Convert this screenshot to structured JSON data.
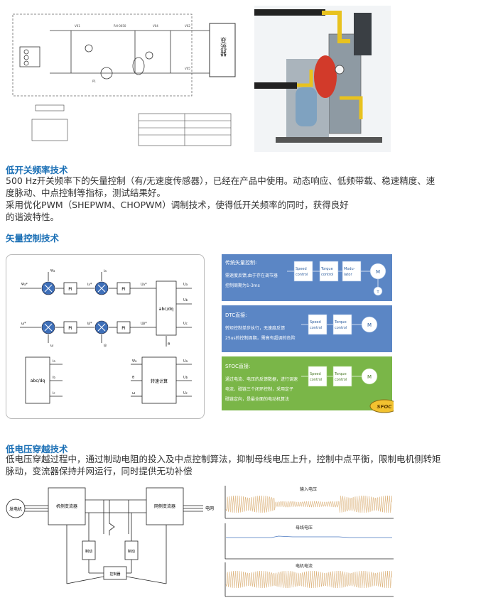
{
  "sec1": {
    "title": "低开关频率技术",
    "para1_line1": "500 Hz开关频率下的矢量控制（有/无速度传感器），已经在产品中使用。动态响应、低频带载、稳速精度、速",
    "para1_line2": "度脉动、中点控制等指标，测试结果好。",
    "para2_line1": "采用优化PWM（SHEPWM、CHOPWM）调制技术，使得低开关频率的同时，获得良好",
    "para2_line2": "的谐波特性。",
    "converter_label": "变流器"
  },
  "sec2": {
    "title": "矢量控制技术",
    "abc_dq": "abc/dq",
    "speed_calc": "转速计算",
    "pi": "PI",
    "panels": [
      {
        "title": "传统矢量控制:",
        "desc1": "需速度反馈,由于存在调节器",
        "desc2": "控制周期为1-3ms",
        "color": "#5b86c5"
      },
      {
        "title": "DTC直接:",
        "desc1": "转矩控制单步执行，无速度反馈",
        "desc2": "25us的控制周期，需高有超调的危险",
        "color": "#5b86c5"
      },
      {
        "title": "SFOC直接:",
        "desc1": "通过电流、电压的反馈数据，进行调速",
        "desc2": "电流、磁链三个闭环控制，采用定子",
        "desc3": "磁链定向，是最全面的电动机算法",
        "color": "#7ab648"
      }
    ],
    "blocks": {
      "speed": "Speed control",
      "torque": "Torque control",
      "modulator": "Modulator",
      "motor": "M",
      "tacho": "T"
    },
    "sfoc_badge": "SFOC"
  },
  "sec3": {
    "title": "低电压穿越技术",
    "para_line1": "低电压穿越过程中，通过制动电阻的投入及中点控制算法，抑制母线电压上升，控制中点平衡，限制电机侧转矩",
    "para_line2": "脉动，变流器保持并网运行，同时提供无功补偿",
    "diagram": {
      "generator": "发电机",
      "machine_converter": "机侧变流器",
      "grid_converter": "网侧变流器",
      "grid": "电网",
      "brake": "制动",
      "controller": "控制器"
    },
    "waves": {
      "input_voltage": "输入电压",
      "bus_voltage": "母线电压",
      "motor_current": "电机电流"
    }
  }
}
